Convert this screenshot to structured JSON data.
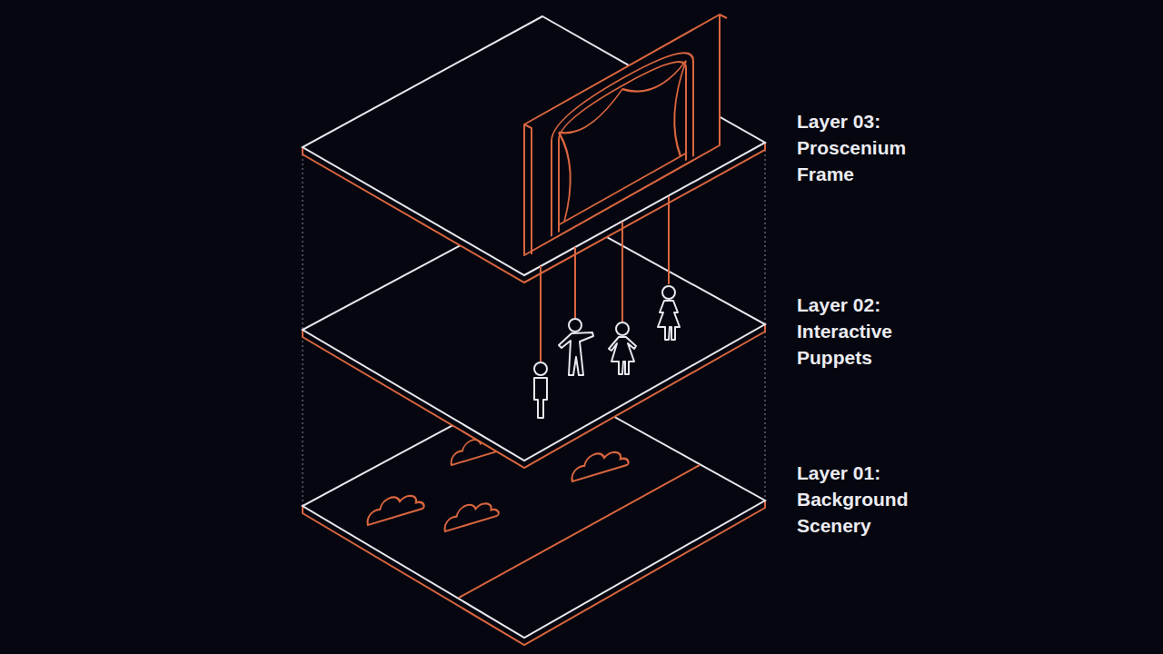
{
  "diagram": {
    "labels": [
      "Layer 03: Proscenium Frame",
      "Layer 02: Interactive Puppets",
      "Layer 01: Background Scenery"
    ]
  }
}
